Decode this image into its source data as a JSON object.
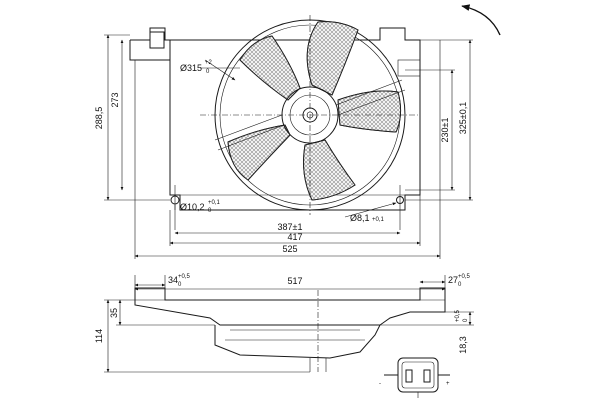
{
  "dimensions": {
    "front_height_total": "288,5",
    "front_height_inner": "273",
    "fan_diameter": "Ø315",
    "fan_diameter_tol": "+2",
    "fan_diameter_tol_low": "0",
    "hole_left": "Ø10,2",
    "hole_left_tol": "+0,1",
    "hole_left_tol_low": "0",
    "hole_right": "Ø8,1",
    "hole_right_tol": "+0,1",
    "width_387": "387±1",
    "width_417": "417",
    "width_525": "525",
    "height_230": "230±1",
    "height_325": "325±0,1",
    "side_34": "34",
    "side_34_tol": "+0,5",
    "side_34_tol_low": "0",
    "side_517": "517",
    "side_27": "27",
    "side_27_tol": "+0,5",
    "side_27_tol_low": "0",
    "side_114": "114",
    "side_35": "35",
    "side_18": "18,3",
    "side_18_tol": "+0,5",
    "side_18_tol_low": "0"
  }
}
